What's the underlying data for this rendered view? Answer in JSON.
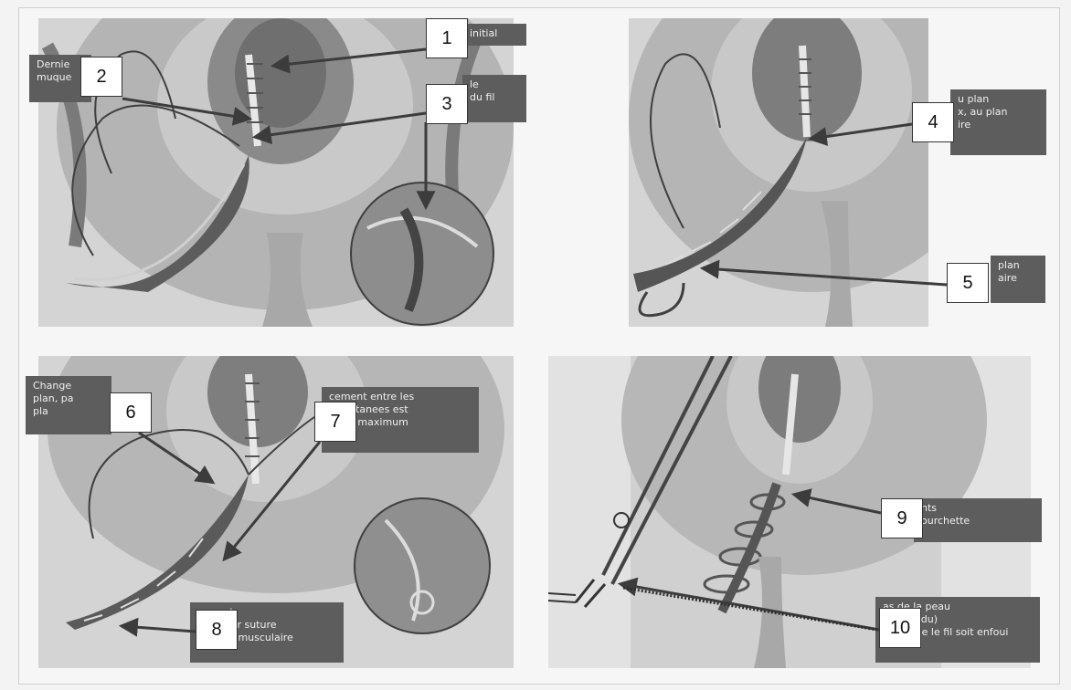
{
  "labels": {
    "p1_initial": "initial",
    "p1_left": "Dernie\nmuque",
    "p1_right": "le\ndu fil",
    "p2_right_top": "u plan\nx, au plan\nire",
    "p2_right_bottom": "plan\naire",
    "p3_left": "Change\nplan, pa\npla",
    "p3_right": "cement entre les\nes cutanees est\nm au maximum",
    "p3_bottom": "es sont\nnées par suture\nau plan musculaire",
    "p4_right_top": "nts\nourchette",
    "p4_right_bottom": "as de la peau\na fil perdu)\npour que le fil soit enfoui"
  },
  "markers": [
    "1",
    "2",
    "3",
    "4",
    "5",
    "6",
    "7",
    "8",
    "9",
    "10"
  ],
  "colors": {
    "arrow": "#4a4a4a",
    "label_bg": "#5d5d5d",
    "tissue": "#9a9a9a"
  }
}
